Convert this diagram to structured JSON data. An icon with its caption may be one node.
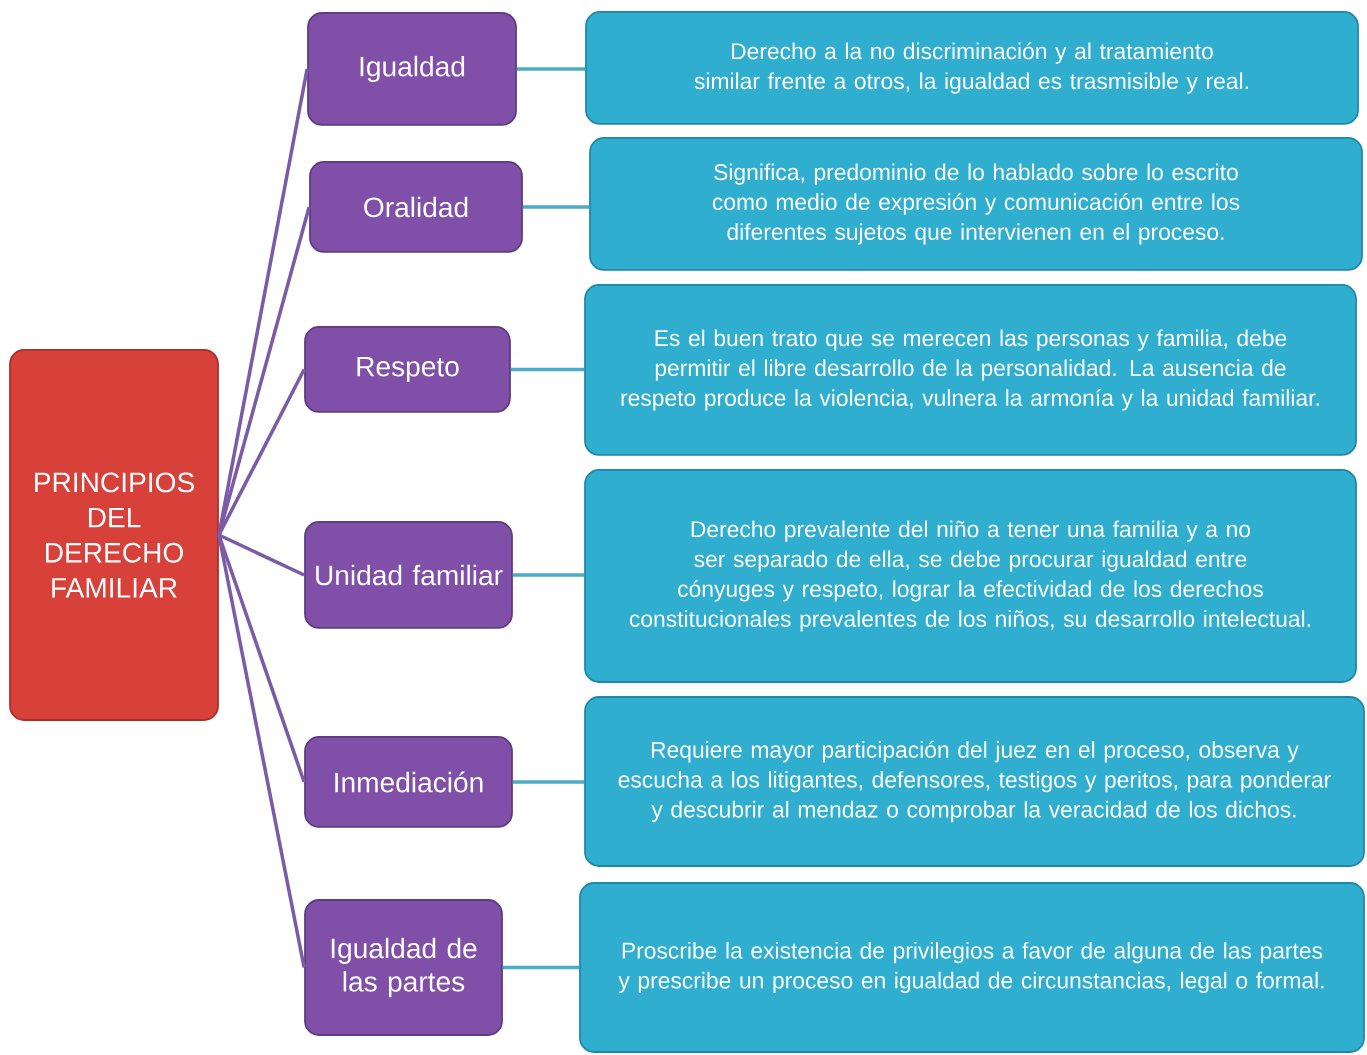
{
  "diagram": {
    "nodes": [
      {
        "text": [
          "PRINCIPIOS DEL DERECHO FAMILIAR"
        ]
      },
      {
        "text": [
          "Igualdad"
        ]
      },
      {
        "text": [
          "Oralidad"
        ]
      },
      {
        "text": [
          "Respeto"
        ]
      },
      {
        "text": [
          "Unidad familiar"
        ]
      },
      {
        "text": [
          "Inmediación"
        ]
      },
      {
        "text": [
          "Igualdad de las partes"
        ]
      },
      {
        "text": [
          "Derecho a la no discriminación y al tratamiento similar frente a otros, la igualdad es trasmisible y real."
        ]
      },
      {
        "text": [
          "Significa, predominio de lo hablado sobre lo escrito como medio de expresión y comunicación entre los diferentes sujetos que intervienen en el proceso."
        ]
      },
      {
        "text": [
          "Es el buen trato que se merecen las personas y familia, debe permitir el libre desarrollo de la personalidad. La ausencia de respeto produce la violencia, vulnera la armonía y la unidad familiar."
        ]
      },
      {
        "text": [
          "Derecho prevalente del niño a tener una familia y a no ser separado de ella, se debe procurar igualdad entre cónyuges y respeto, lograr la efectividad de los derechos constitucionales prevalentes de los niños, su desarrollo intelectual."
        ]
      },
      {
        "text": [
          "Requiere mayor participación del juez en el proceso, observa y escucha a los litigantes, defensores, testigos y peritos, para ponderar y descubrir al mendaz o comprobar la veracidad de los dichos."
        ]
      },
      {
        "text": [
          "Proscribe la existencia de privilegios a favor de alguna de las partes y prescribe un proceso en igualdad de circunstancias, legal o formal."
        ]
      }
    ],
    "edges": [
      {
        "from": 0,
        "to": 1,
        "arrow": "none"
      },
      {
        "from": 0,
        "to": 2,
        "arrow": "none"
      },
      {
        "from": 0,
        "to": 3,
        "arrow": "none"
      },
      {
        "from": 0,
        "to": 4,
        "arrow": "none"
      },
      {
        "from": 0,
        "to": 5,
        "arrow": "none"
      },
      {
        "from": 0,
        "to": 6,
        "arrow": "none"
      },
      {
        "from": 1,
        "to": 7,
        "arrow": "none",
        "color": "#4bacc6"
      },
      {
        "from": 2,
        "to": 8,
        "arrow": "none",
        "color": "#4bacc6"
      },
      {
        "from": 3,
        "to": 9,
        "arrow": "none",
        "color": "#4bacc6"
      },
      {
        "from": 4,
        "to": 10,
        "arrow": "none",
        "color": "#4bacc6"
      },
      {
        "from": 5,
        "to": 11,
        "arrow": "none",
        "color": "#4bacc6"
      },
      {
        "from": 6,
        "to": 12,
        "arrow": "none",
        "color": "#4bacc6"
      }
    ]
  }
}
